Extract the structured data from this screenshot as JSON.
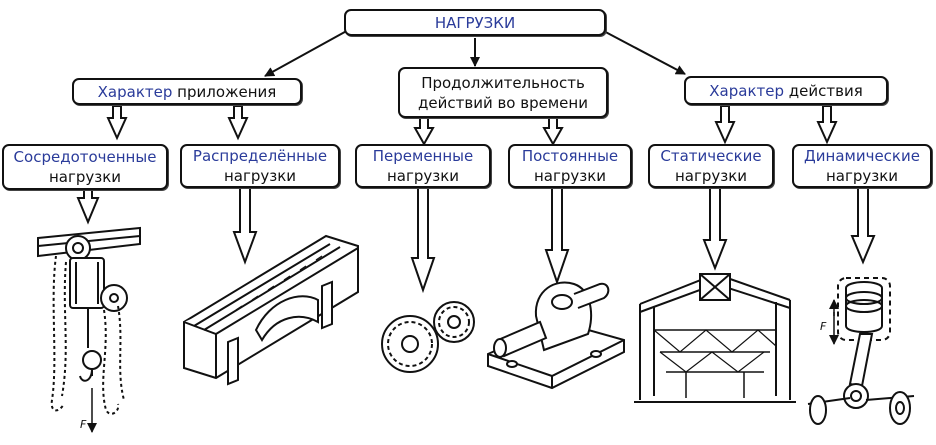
{
  "root": {
    "label": "НАГРУЗКИ"
  },
  "groups": [
    {
      "label_a": "Характер",
      "label_b": " приложения"
    },
    {
      "line1": "Продолжительность",
      "line2": "действий во времени"
    },
    {
      "label_a": "Характер",
      "label_b": " действия"
    }
  ],
  "leaves": [
    {
      "title": "Сосредоточенные",
      "sub": "нагрузки"
    },
    {
      "title": "Распределённые",
      "sub": "нагрузки"
    },
    {
      "title": "Переменные",
      "sub": "нагрузки"
    },
    {
      "title": "Постоянные",
      "sub": "нагрузки"
    },
    {
      "title": "Статические",
      "sub": "нагрузки"
    },
    {
      "title": "Динамические",
      "sub": "нагрузки"
    }
  ],
  "force_label": "F",
  "colors": {
    "accent": "#2a3b9a",
    "line": "#111111"
  },
  "illustrations": [
    "chain-hoist",
    "machine-bed",
    "gear-pair",
    "bearing-block",
    "roof-truss",
    "piston-crank"
  ]
}
